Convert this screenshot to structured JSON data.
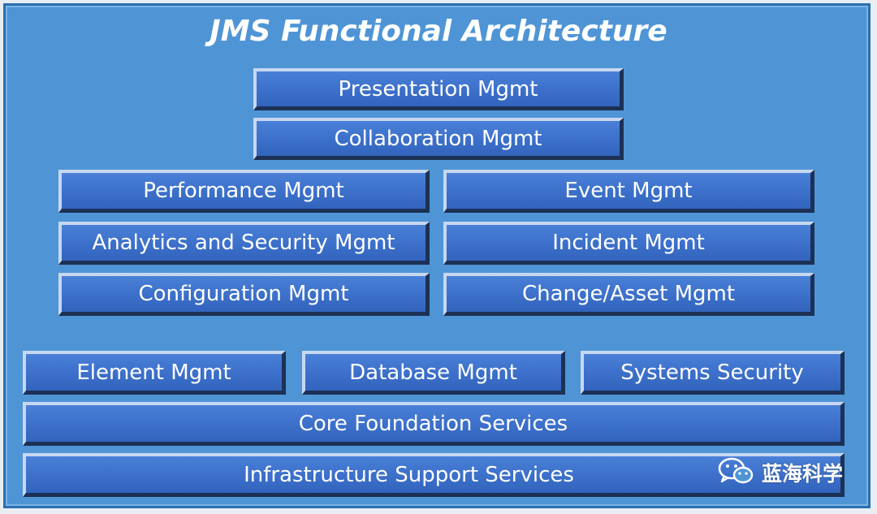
{
  "title": "JMS Functional Architecture",
  "boxes": {
    "presentation": "Presentation Mgmt",
    "collaboration": "Collaboration Mgmt",
    "performance": "Performance Mgmt",
    "event": "Event Mgmt",
    "analytics_security": "Analytics and Security Mgmt",
    "incident": "Incident Mgmt",
    "configuration": "Configuration Mgmt",
    "change_asset": "Change/Asset Mgmt",
    "element": "Element Mgmt",
    "database": "Database Mgmt",
    "systems_security": "Systems Security",
    "core_foundation": "Core Foundation Services",
    "infrastructure_support": "Infrastructure Support Services"
  },
  "watermark": {
    "text": "蓝海科学",
    "icon": "wechat-icon"
  }
}
